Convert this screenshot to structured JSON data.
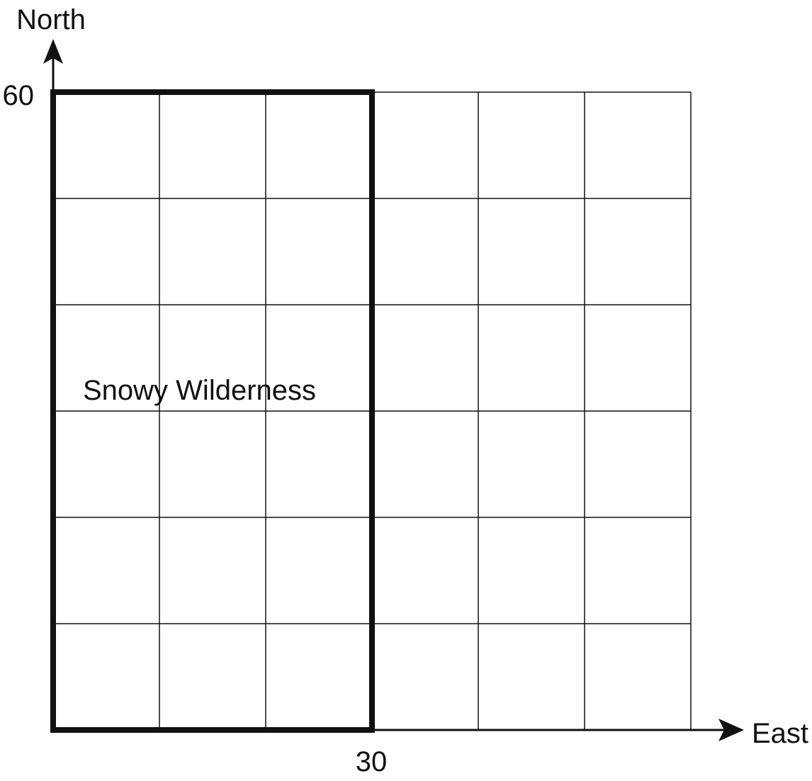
{
  "axes": {
    "y_label": "North",
    "x_label": "East",
    "y_tick": "60",
    "x_tick": "30"
  },
  "grid": {
    "columns": 6,
    "rows": 6,
    "x_range": [
      0,
      60
    ],
    "y_range": [
      0,
      60
    ]
  },
  "region": {
    "label": "Snowy Wilderness",
    "x_range": [
      0,
      30
    ],
    "y_range": [
      0,
      60
    ]
  },
  "colors": {
    "line": "#111111",
    "background": "#ffffff"
  }
}
